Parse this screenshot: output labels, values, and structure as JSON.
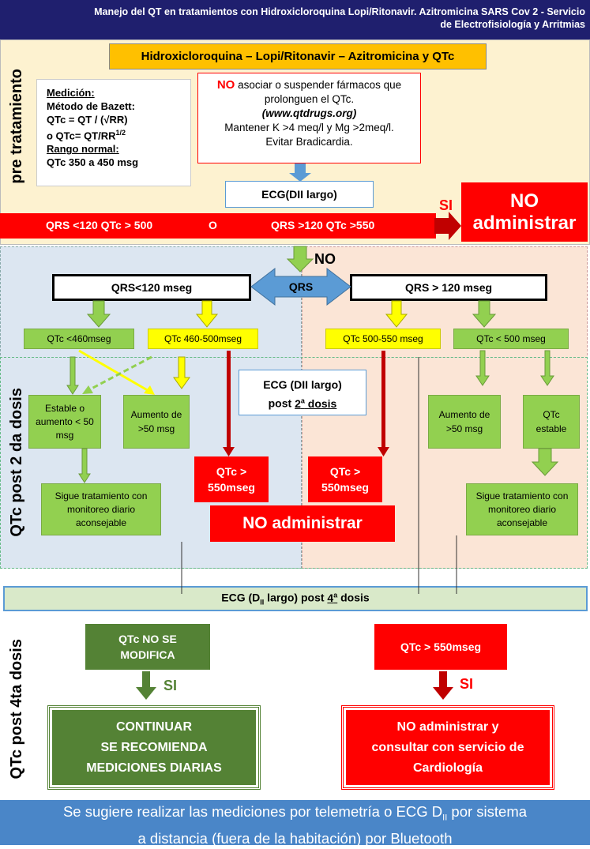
{
  "header": {
    "line1": "Manejo del QT en tratamientos con Hidroxicloroquina Lopi/Ritonavir. Azitromicina SARS Cov 2 -  Servicio",
    "line2": "de Electrofisiología y Arritmias"
  },
  "drug_banner": "Hidroxicloroquina – Lopi/Ritonavir – Azitromicina y QTc",
  "sections": {
    "pre": "pre tratamiento",
    "post2": "QTc post 2 da dosis",
    "post4": "QTc post  4ta dosis"
  },
  "measure": {
    "title": "Medición:",
    "method": "Método de Bazett:",
    "f1": "QTc = QT / (√RR)",
    "f2": "o QTc= QT/RR",
    "f2sup": "1/2",
    "normal_title": "Rango normal:",
    "normal": "QTc  350 a 450 msg"
  },
  "warning": {
    "no": "NO",
    "l1": " asociar o suspender fármacos que",
    "l2": "prolonguen el QTc.",
    "l3": "(www.qtdrugs.org)",
    "l4": "Mantener  K >4 meq/l y Mg >2meq/l.",
    "l5": "Evitar Bradicardia."
  },
  "ecg1": "ECG(DII largo)",
  "red_bar": {
    "a": "QRS <120 QTc > 500",
    "o": "O",
    "b": "QRS >120 QTc >550"
  },
  "si_label": "SI",
  "no_admin_top": "NO administrar",
  "no_label": "NO",
  "qrs_left": "QRS<120 mseg",
  "qrs_mid": "QRS",
  "qrs_right": "QRS > 120 mseg",
  "qtc_a": "QTc <460mseg",
  "qtc_b": "QTc 460-500mseg",
  "qtc_c": "QTc 500-550 mseg",
  "qtc_d": "QTc < 500 mseg",
  "ecg2": {
    "l1": "ECG (DII largo)",
    "l2pre": "post ",
    "l2num": "2",
    "l2sup": "a",
    "l2post": " dosis"
  },
  "estable": "Estable o aumento < 50 msg",
  "aumento_l": "Aumento de >50 msg",
  "qtc550_l": "QTc  > 550mseg",
  "qtc550_r": "QTc  > 550mseg",
  "aumento_r": "Aumento de >50 msg",
  "qtc_estable": "QTc estable",
  "sigue_l": "Sigue tratamiento con monitoreo diario aconsejable",
  "sigue_r": "Sigue tratamiento con monitoreo diario aconsejable",
  "no_admin_mid": "NO administrar",
  "ecg4": {
    "pre": "ECG (D",
    "sub": "II",
    "mid": " largo) post ",
    "num": "4",
    "sup": "a",
    "post": " dosis"
  },
  "qtc_nomod": "QTc  NO SE MODIFICA",
  "qtc_gt550": "QTc  > 550mseg",
  "si_left": "SI",
  "si_right": "SI",
  "continuar": {
    "l1": "CONTINUAR",
    "l2": "SE RECOMIENDA",
    "l3": "MEDICIONES DIARIAS"
  },
  "consultar": {
    "l1": "NO administrar y",
    "l2": "consultar con servicio de",
    "l3": "Cardiología"
  },
  "footer": {
    "l1": "Se sugiere realizar las mediciones por telemetría o ECG D",
    "sub": "II",
    "l1b": " por sistema",
    "l2": "a distancia (fuera de la habitación) por Bluetooth"
  },
  "colors": {
    "navy": "#1f1f6e",
    "pre_bg": "#fdf2d0",
    "red": "#ff0000",
    "green": "#92d050",
    "darkgreen": "#548235",
    "blue": "#5b9bd5",
    "footer": "#4a86c8"
  }
}
